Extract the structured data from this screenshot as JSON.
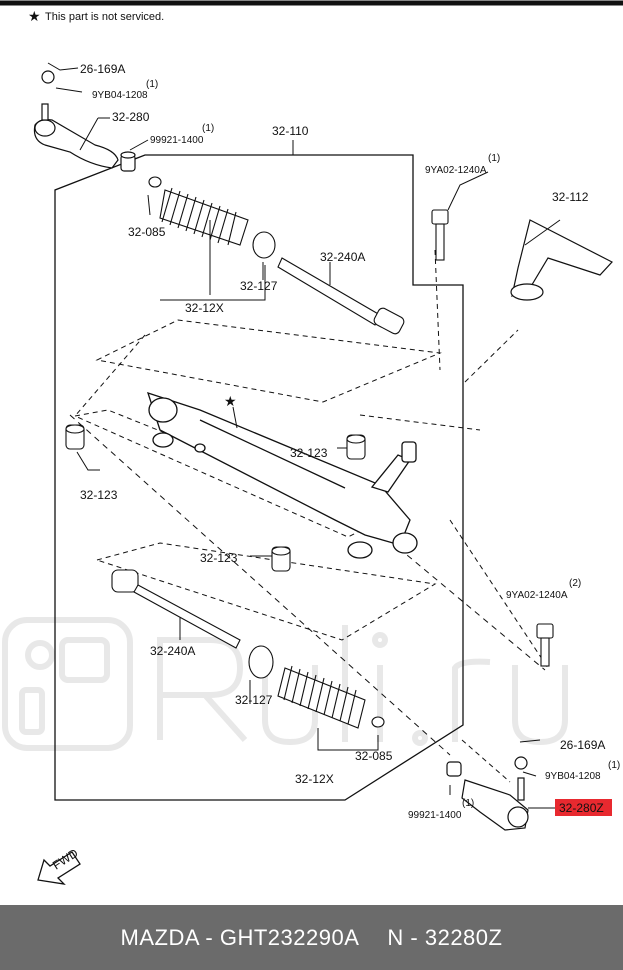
{
  "note": {
    "star": "★",
    "text": "This part is not serviced."
  },
  "labels": {
    "l26_169a_top": "26-169A",
    "l9yb04_top_qty": "(1)",
    "l9yb04_top": "9YB04-1208",
    "l32_280": "32-280",
    "l99921_top_qty": "(1)",
    "l99921_top": "99921-1400",
    "l32_110": "32-110",
    "l9ya02_top_qty": "(1)",
    "l9ya02_top": "9YA02-1240A",
    "l32_112": "32-112",
    "l32_085_top": "32-085",
    "l32_240a_top": "32-240A",
    "l32_127_top": "32-127",
    "l32_12x_top": "32-12X",
    "l32_123_left": "32-123",
    "l32_123_right": "32-123",
    "l32_123_mid": "32-123",
    "l9ya02_bot_qty": "(2)",
    "l9ya02_bot": "9YA02-1240A",
    "l32_240a_bot": "32-240A",
    "l32_127_bot": "32-127",
    "l26_169a_bot": "26-169A",
    "l9yb04_bot_qty": "(1)",
    "l9yb04_bot": "9YB04-1208",
    "l32_085_bot": "32-085",
    "l32_12x_bot": "32-12X",
    "l32_280z": "32-280Z",
    "l99921_bot_qty": "(1)",
    "l99921_bot": "99921-1400",
    "fwd": "FWD",
    "star_mark": "★"
  },
  "colors": {
    "highlight": "#e8292f",
    "footer_bg": "#6b6b6b",
    "line": "#111111"
  },
  "footer": {
    "left": "MAZDA - GHT232290A",
    "right": "N - 32280Z"
  }
}
